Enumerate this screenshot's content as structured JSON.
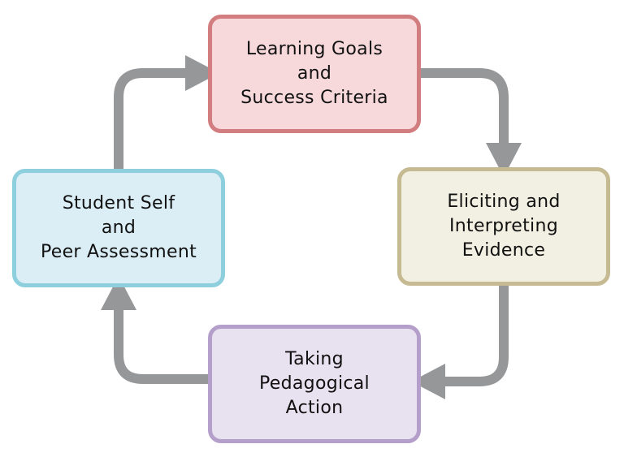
{
  "diagram": {
    "colors": {
      "arrow": "#969799",
      "goals_fill": "#f7d9dc",
      "goals_border": "#d27d80",
      "evidence_fill": "#f1f0e2",
      "evidence_border": "#c5ba91",
      "action_fill": "#e8e1ef",
      "action_border": "#b49fca",
      "self_fill": "#dbeef6",
      "self_border": "#8ecfdd"
    },
    "nodes": {
      "goals": {
        "lines": [
          "Learning Goals",
          "and",
          "Success Criteria"
        ]
      },
      "evidence": {
        "lines": [
          "Eliciting and",
          "Interpreting",
          "Evidence"
        ]
      },
      "action": {
        "lines": [
          "Taking",
          "Pedagogical",
          "Action"
        ]
      },
      "self": {
        "lines": [
          "Student Self",
          "and",
          "Peer Assessment"
        ]
      }
    },
    "edges": [
      {
        "from": "goals",
        "to": "evidence"
      },
      {
        "from": "evidence",
        "to": "action"
      },
      {
        "from": "action",
        "to": "self"
      },
      {
        "from": "self",
        "to": "goals"
      }
    ]
  }
}
